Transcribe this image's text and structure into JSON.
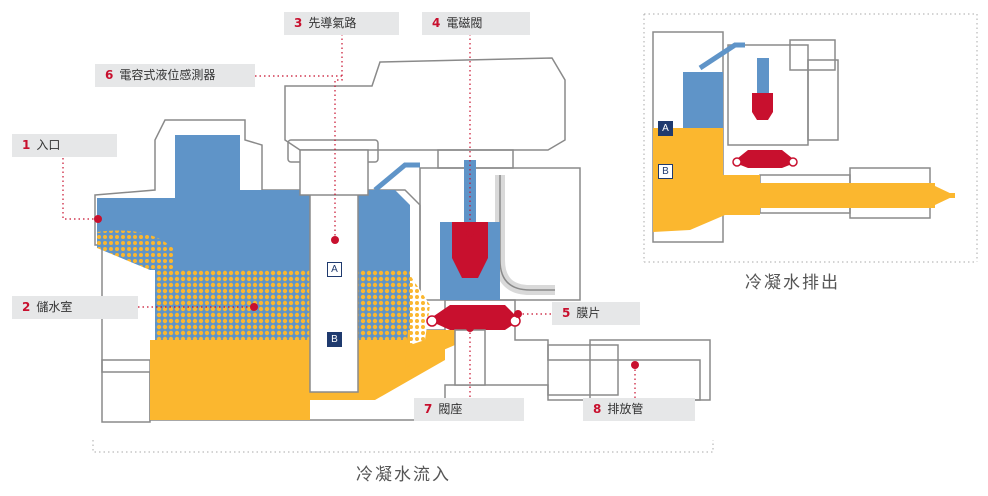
{
  "main_caption": "冷凝水流入",
  "inset_caption": "冷凝水排出",
  "callouts": [
    {
      "num": "1",
      "label": "入口"
    },
    {
      "num": "2",
      "label": "儲水室"
    },
    {
      "num": "3",
      "label": "先導氣路"
    },
    {
      "num": "4",
      "label": "電磁閥"
    },
    {
      "num": "5",
      "label": "膜片"
    },
    {
      "num": "6",
      "label": "電容式液位感測器"
    },
    {
      "num": "7",
      "label": "閥座"
    },
    {
      "num": "8",
      "label": "排放管"
    }
  ],
  "markers": {
    "a": "A",
    "b": "B"
  },
  "colors": {
    "water_blue": "#5f94c8",
    "condensate_yellow": "#fbb72f",
    "accent_red": "#c8102e",
    "outline": "#8a8a8a",
    "label_bg": "#e6e7e8",
    "marker_navy": "#1f3a6e"
  }
}
